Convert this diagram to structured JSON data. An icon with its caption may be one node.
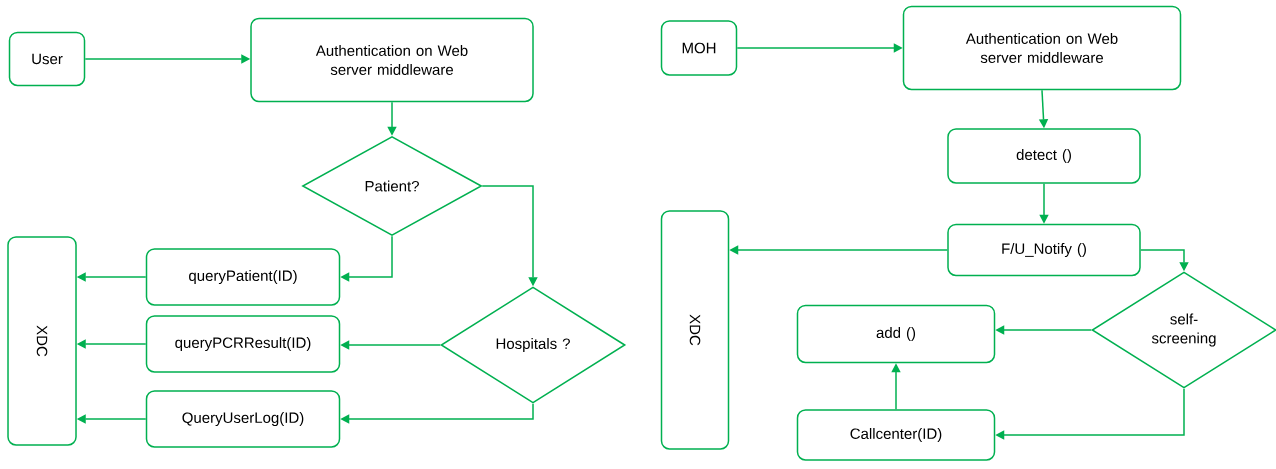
{
  "diagram": {
    "nodes": [
      {
        "text": [
          "User"
        ]
      },
      {
        "text": [
          "Authentication on Web server middleware"
        ]
      },
      {
        "text": [
          "Patient?"
        ]
      },
      {
        "text": [
          "XDC"
        ]
      },
      {
        "text": [
          "queryPatient(ID)"
        ]
      },
      {
        "text": [
          "queryPCRResult(ID)"
        ]
      },
      {
        "text": [
          "Hospitals ?"
        ]
      },
      {
        "text": [
          "QueryUserLog(ID)"
        ]
      },
      {
        "text": [
          "MOH"
        ]
      },
      {
        "text": [
          "Authentication on Web server middleware"
        ]
      },
      {
        "text": [
          "detect ()"
        ]
      },
      {
        "text": [
          "XDC"
        ]
      },
      {
        "text": [
          "F/U_Notify ()"
        ]
      },
      {
        "text": [
          "add ()"
        ]
      },
      {
        "text": [
          "self-screening"
        ]
      },
      {
        "text": [
          "Callcenter(ID)"
        ]
      }
    ],
    "edges": [
      {
        "from": 0,
        "to": 1,
        "arrow": "to"
      },
      {
        "from": 1,
        "to": 2,
        "arrow": "to"
      },
      {
        "from": 2,
        "to": 4,
        "arrow": "to"
      },
      {
        "from": 2,
        "to": 6,
        "arrow": "to"
      },
      {
        "from": 4,
        "to": 3,
        "arrow": "to"
      },
      {
        "from": 5,
        "to": 3,
        "arrow": "to"
      },
      {
        "from": 7,
        "to": 3,
        "arrow": "to"
      },
      {
        "from": 6,
        "to": 5,
        "arrow": "to"
      },
      {
        "from": 6,
        "to": 7,
        "arrow": "to"
      },
      {
        "from": 8,
        "to": 9,
        "arrow": "to"
      },
      {
        "from": 9,
        "to": 10,
        "arrow": "to"
      },
      {
        "from": 10,
        "to": 12,
        "arrow": "to"
      },
      {
        "from": 12,
        "to": 11,
        "arrow": "to"
      },
      {
        "from": 12,
        "to": 14,
        "arrow": "to"
      },
      {
        "from": 14,
        "to": 13,
        "arrow": "to"
      },
      {
        "from": 14,
        "to": 15,
        "arrow": "to"
      },
      {
        "from": 15,
        "to": 13,
        "arrow": "to"
      }
    ]
  }
}
